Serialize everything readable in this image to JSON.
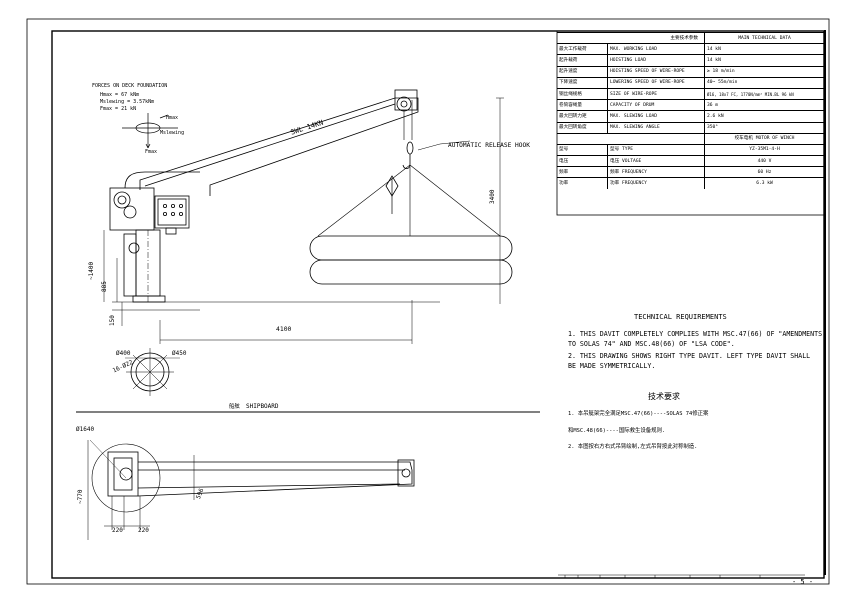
{
  "forces": {
    "title": "FORCES ON DECK FOUNDATION",
    "lines": [
      "Hmax = 67 kNm",
      "Mslewing = 3.57kNm",
      "Fmax = 21 kN"
    ],
    "diagram_labels": {
      "h": "Hmax",
      "m": "Mslewing",
      "f": "Fmax"
    }
  },
  "davit": {
    "swl_label": "SWL 14KN",
    "hook_label": "AUTOMATIC RELEASE HOOK",
    "dim_height": "3400",
    "dim_outreach": "4100",
    "dim_1400": "~1400",
    "dim_885": "885",
    "dim_150": "150"
  },
  "flange": {
    "d1": "Ø400",
    "d2": "Ø450",
    "holes": "16-Ø22"
  },
  "shipboard": {
    "label_cn": "船舷",
    "label_en": "SHIPBOARD"
  },
  "plan": {
    "d1640": "Ø1640",
    "d770": "~770",
    "d596": "596",
    "dim_220a": "220",
    "dim_220b": "220"
  },
  "tech_data": {
    "header_cn": "主要技术参数",
    "header_en": "MAIN TECHNICAL DATA",
    "rows": [
      {
        "cn": "最大工作载荷",
        "name": "MAX. WORKING LOAD",
        "value": "14 kN"
      },
      {
        "cn": "起升载荷",
        "name": "HOISTING LOAD",
        "value": "14 kN"
      },
      {
        "cn": "起升速度",
        "name": "HOISTING SPEED OF WIRE-ROPE",
        "value": "≥ 18 m/min"
      },
      {
        "cn": "下降速度",
        "name": "LOWERING SPEED OF WIRE-ROPE",
        "value": "40~ 55m/min"
      },
      {
        "cn": "钢丝绳规格",
        "name": "SIZE OF WIRE-ROPE",
        "value": "Ø16, 18x7 FC, 1770N/mm² MIN.BL 96 kN"
      },
      {
        "cn": "卷筒容绳量",
        "name": "CAPACITY OF DRUM",
        "value": "36 m"
      },
      {
        "cn": "最大回转力矩",
        "name": "MAX. SLEWING LOAD",
        "value": "2.6 kN"
      },
      {
        "cn": "最大回转角度",
        "name": "MAX. SLEWING ANGLE",
        "value": "350°"
      }
    ],
    "motor_header": "绞车电机 MOTOR OF WINCH",
    "motor_rows": [
      {
        "cn": "型号",
        "name": "型号 TYPE",
        "value": "YZ-35M1-4-H"
      },
      {
        "cn": "电压",
        "name": "电压 VOLTAGE",
        "value": "440 V"
      },
      {
        "cn": "频率",
        "name": "频率 FREQUENCY",
        "value": "60 Hz"
      },
      {
        "cn": "功率",
        "name": "功率 FREQUENCY",
        "value": "6.3 kW"
      }
    ]
  },
  "requirements": {
    "title": "TECHNICAL REQUIREMENTS",
    "items": [
      "1. THIS  DAVIT COMPLETELY COMPLIES WITH MSC.47(66) OF \"AMENDMENTS",
      "    TO SOLAS 74\" AND MSC.48(66) OF \"LSA CODE\".",
      "2. THIS DRAWING SHOWS RIGHT TYPE DAVIT. LEFT TYPE DAVIT SHALL",
      "    BE MADE SYMMETRICALLY."
    ],
    "title_cn": "技术要求",
    "items_cn": [
      "1. 本吊艇架完全满足MSC.47(66)----SOLAS 74修正案",
      "    和MSC.48(66)----国际救生设备规则.",
      "2. 本图按右方右式吊臂绘制,左式吊臂按此对称制造."
    ]
  },
  "page_number": "- 5 -"
}
